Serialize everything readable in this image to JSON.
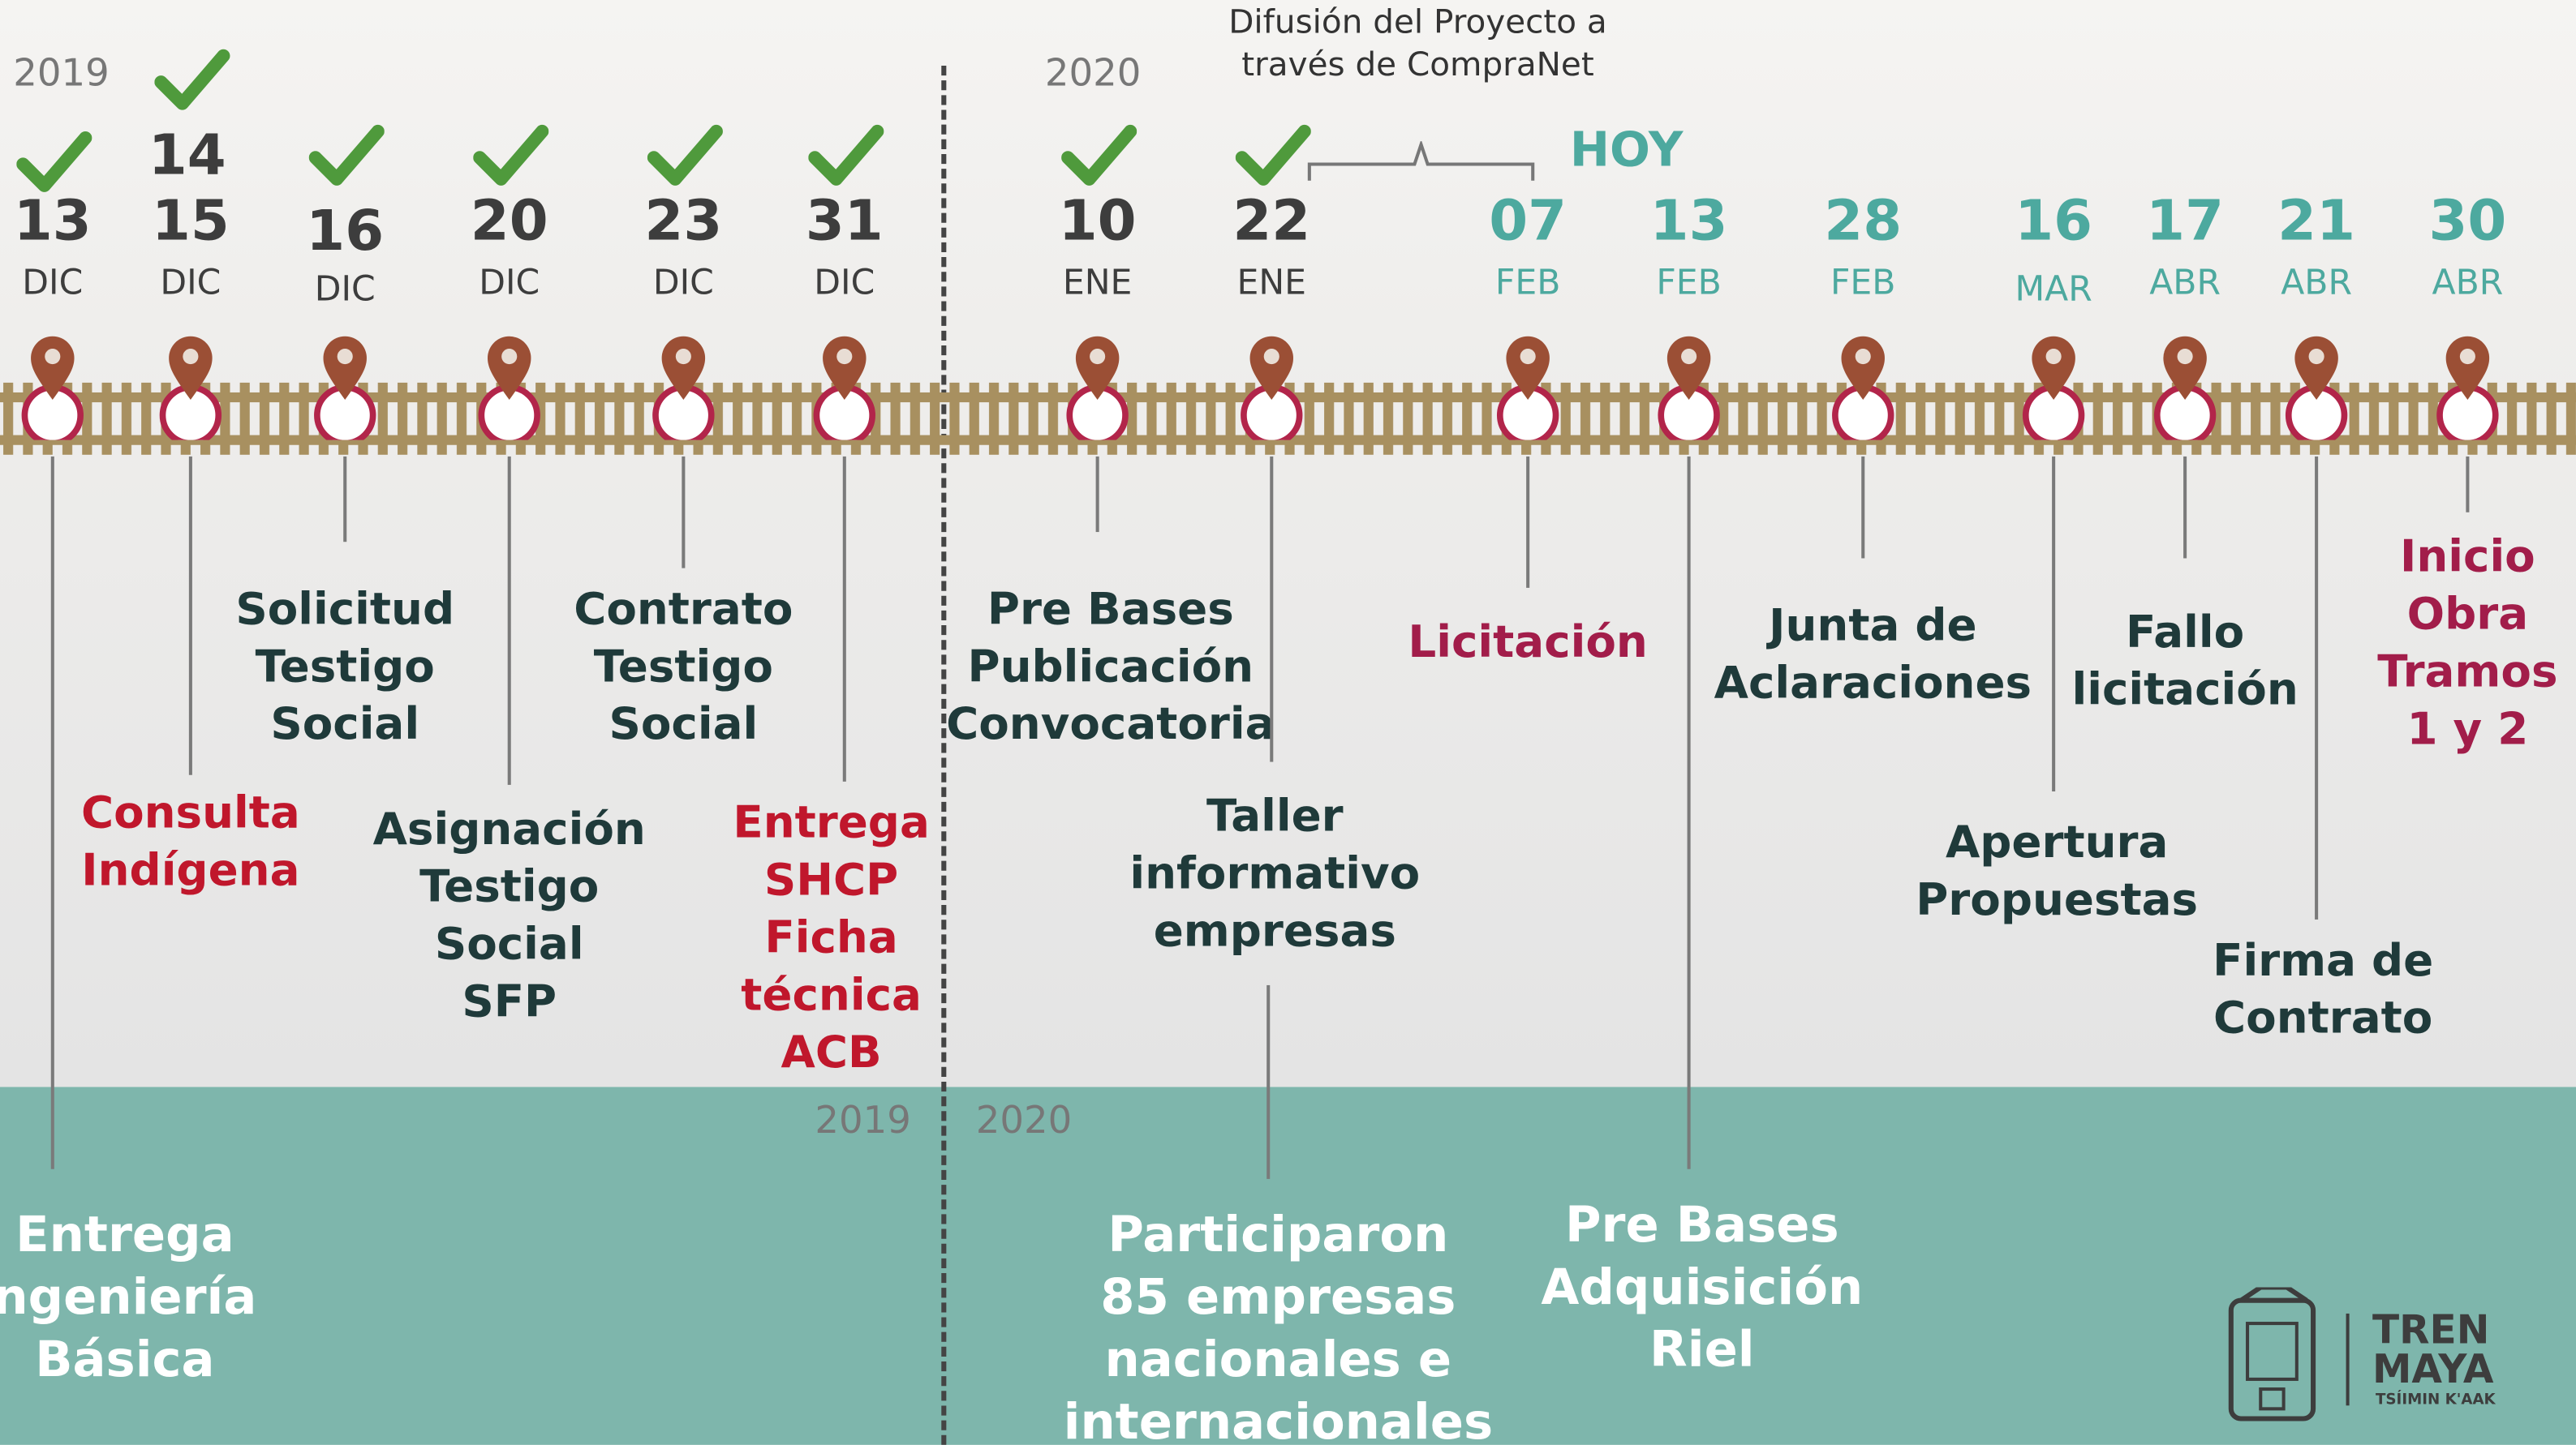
{
  "years": {
    "left": "2019",
    "right": "2020",
    "bottom_left": "2019",
    "bottom_right": "2020"
  },
  "note": {
    "line1": "Difusión del Proyecto a",
    "line2": "través de CompraNet"
  },
  "hoy": "HOY",
  "events": [
    {
      "day": "13",
      "month": "DIC",
      "label": [
        "Entrega",
        "ngeniería",
        "Básica"
      ],
      "label_color": "white",
      "checked": true
    },
    {
      "day": "15",
      "extra_day": "14",
      "month": "DIC",
      "label": [
        "Consulta",
        "Indígena"
      ],
      "label_color": "red",
      "checked": true
    },
    {
      "day": "16",
      "month": "DIC",
      "label": [
        "Solicitud",
        "Testigo",
        "Social"
      ],
      "label_color": "dark",
      "checked": true
    },
    {
      "day": "20",
      "month": "DIC",
      "label": [
        "Asignación",
        "Testigo",
        "Social",
        "SFP"
      ],
      "label_color": "dark",
      "checked": true
    },
    {
      "day": "23",
      "month": "DIC",
      "label": [
        "Contrato",
        "Testigo",
        "Social"
      ],
      "label_color": "dark",
      "checked": true
    },
    {
      "day": "31",
      "month": "DIC",
      "label": [
        "Entrega",
        "SHCP",
        "Ficha",
        "técnica",
        "ACB"
      ],
      "label_color": "red",
      "checked": true
    },
    {
      "day": "10",
      "month": "ENE",
      "label": [
        "Pre Bases",
        "Publicación",
        "Convocatoria"
      ],
      "label_color": "dark",
      "checked": true
    },
    {
      "day": "22",
      "month": "ENE",
      "label": [
        "Taller",
        "informativo",
        "empresas"
      ],
      "label_color": "dark",
      "checked": true,
      "sub_label": [
        "Participaron",
        "85 empresas",
        "nacionales e",
        "internacionales"
      ]
    },
    {
      "day": "07",
      "month": "FEB",
      "label": [
        "Licitación"
      ],
      "label_color": "magenta",
      "checked": false
    },
    {
      "day": "13",
      "month": "FEB",
      "label": [
        "Pre Bases",
        "Adquisición",
        "Riel"
      ],
      "label_color": "white",
      "checked": false
    },
    {
      "day": "28",
      "month": "FEB",
      "label": [
        "Junta de",
        "Aclaraciones"
      ],
      "label_color": "dark",
      "checked": false
    },
    {
      "day": "16",
      "month": "MAR",
      "label": [
        "Apertura",
        "Propuestas"
      ],
      "label_color": "dark",
      "checked": false
    },
    {
      "day": "17",
      "month": "ABR",
      "label": [
        "Fallo",
        "licitación"
      ],
      "label_color": "dark",
      "checked": false
    },
    {
      "day": "21",
      "month": "ABR",
      "label": [
        "Firma de",
        "Contrato"
      ],
      "label_color": "dark",
      "checked": false
    },
    {
      "day": "30",
      "month": "ABR",
      "label": [
        "Inicio",
        "Obra",
        "Tramos",
        "1 y 2"
      ],
      "label_color": "magenta",
      "checked": false
    }
  ],
  "logo": {
    "title1": "TREN",
    "title2": "MAYA",
    "subtitle": "TSÍIMIN K'AAK"
  },
  "colors": {
    "teal": "#7eb6ac",
    "future": "#4da99f",
    "check": "#4f9a3c",
    "pin": "#9b4f35",
    "ring": "#b2254a",
    "rail": "#a89060",
    "red": "#c0172c",
    "magenta": "#a21d4a"
  }
}
